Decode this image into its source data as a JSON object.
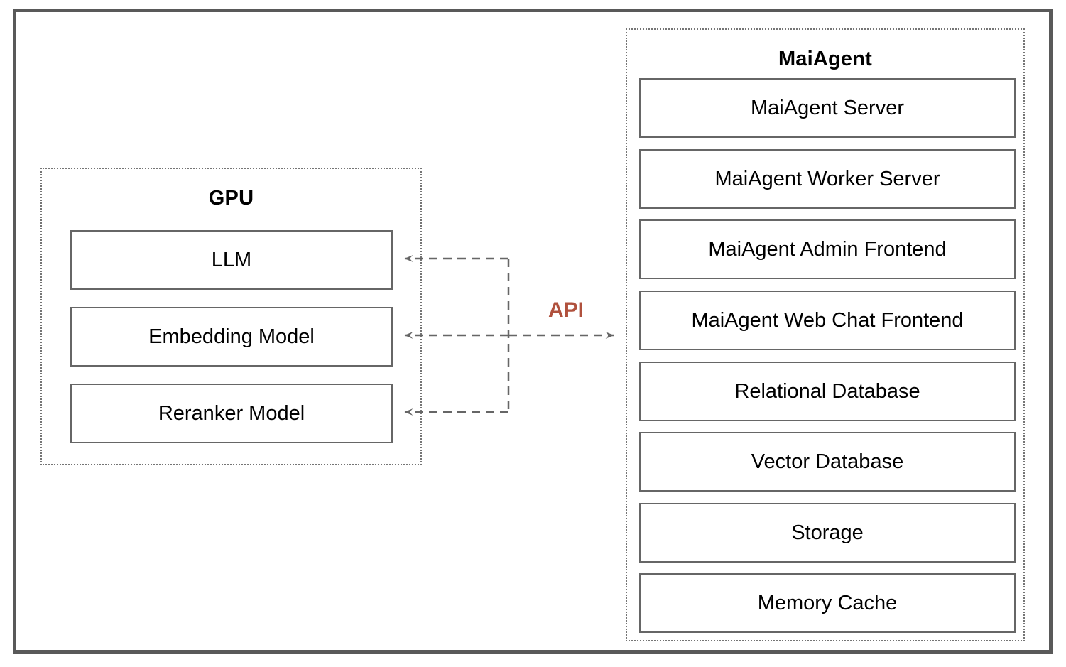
{
  "diagram": {
    "connector_label": "API",
    "colors": {
      "accent": "#b0513d",
      "line": "#666666",
      "frame": "#595959"
    },
    "gpu": {
      "title": "GPU",
      "items": [
        "LLM",
        "Embedding Model",
        "Reranker Model"
      ]
    },
    "maiagent": {
      "title": "MaiAgent",
      "items": [
        "MaiAgent Server",
        "MaiAgent Worker Server",
        "MaiAgent Admin Frontend",
        "MaiAgent Web Chat Frontend",
        "Relational Database",
        "Vector Database",
        "Storage",
        "Memory Cache"
      ]
    }
  }
}
